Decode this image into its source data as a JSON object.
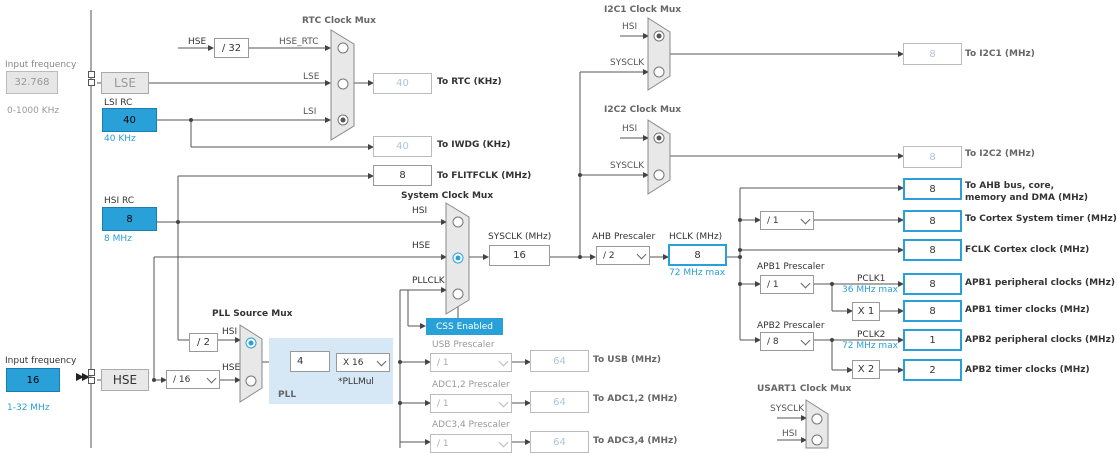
{
  "left": {
    "lse_input_label": "Input frequency",
    "lse_input_value": "32.768",
    "lse_range": "0-1000 KHz",
    "lse_button": "LSE",
    "lsi_rc_label": "LSI RC",
    "lsi_value": "40",
    "lsi_unit": "40 KHz",
    "hsi_rc_label": "HSI RC",
    "hsi_value": "8",
    "hsi_unit": "8 MHz",
    "hse_input_label": "Input frequency",
    "hse_input_value": "16",
    "hse_range": "1-32 MHz",
    "hse_button": "HSE"
  },
  "rtc": {
    "hse_label": "HSE",
    "div32": "/ 32",
    "hse_rtc": "HSE_RTC",
    "mux_title": "RTC Clock Mux",
    "lse_in": "LSE",
    "lsi_in": "LSI",
    "out_value": "40",
    "out_label": "To RTC (KHz)",
    "iwdg_value": "40",
    "iwdg_label": "To IWDG (KHz)",
    "flit_value": "8",
    "flit_label": "To FLITFCLK (MHz)"
  },
  "pll": {
    "mux_title": "PLL Source Mux",
    "hsi_in": "HSI",
    "hse_in": "HSE",
    "div2": "/ 2",
    "prediv": "/ 16",
    "mul_input": "4",
    "mul": "X 16",
    "mul_label": "*PLLMul",
    "pll_label": "PLL"
  },
  "sys": {
    "mux_title": "System Clock Mux",
    "hsi": "HSI",
    "hse": "HSE",
    "pllclk": "PLLCLK",
    "css": "CSS Enabled",
    "sysclk_label": "SYSCLK (MHz)",
    "sysclk_value": "16",
    "ahb_label": "AHB Prescaler",
    "ahb_value": "/ 2",
    "hclk_label": "HCLK (MHz)",
    "hclk_value": "8",
    "hclk_max": "72 MHz max"
  },
  "i2c": {
    "i2c1_title": "I2C1 Clock Mux",
    "i2c2_title": "I2C2 Clock Mux",
    "hsi": "HSI",
    "sysclk": "SYSCLK",
    "i2c1_value": "8",
    "i2c1_label": "To I2C1 (MHz)",
    "i2c2_value": "8",
    "i2c2_label": "To I2C2 (MHz)"
  },
  "outputs": {
    "ahb_value": "8",
    "ahb_label_1": "To AHB bus, core,",
    "ahb_label_2": "memory and DMA (MHz)",
    "cortex_div": "/ 1",
    "cortex_value": "8",
    "cortex_label": "To Cortex System timer (MHz)",
    "fclk_value": "8",
    "fclk_label": "FCLK Cortex clock (MHz)",
    "apb1_title": "APB1 Prescaler",
    "apb1_div": "/ 1",
    "pclk1": "PCLK1",
    "pclk1_max": "36 MHz max",
    "apb1_periph_value": "8",
    "apb1_periph_label": "APB1 peripheral clocks (MHz)",
    "x1": "X 1",
    "apb1_timer_value": "8",
    "apb1_timer_label": "APB1 timer clocks (MHz)",
    "apb2_title": "APB2 Prescaler",
    "apb2_div": "/ 8",
    "pclk2": "PCLK2",
    "pclk2_max": "72 MHz max",
    "apb2_periph_value": "1",
    "apb2_periph_label": "APB2 peripheral clocks (MHz)",
    "x2": "X 2",
    "apb2_timer_value": "2",
    "apb2_timer_label": "APB2 timer clocks (MHz)"
  },
  "lower": {
    "usb_title": "USB Prescaler",
    "usb_div": "/ 1",
    "usb_value": "64",
    "usb_label": "To USB (MHz)",
    "adc12_title": "ADC1,2 Prescaler",
    "adc12_div": "/ 1",
    "adc12_value": "64",
    "adc12_label": "To ADC1,2 (MHz)",
    "adc34_title": "ADC3,4 Prescaler",
    "adc34_div": "/ 1",
    "adc34_value": "64",
    "adc34_label": "To ADC3,4 (MHz)",
    "usart_title": "USART1 Clock Mux",
    "usart_sysclk": "SYSCLK",
    "usart_hsi": "HSI"
  }
}
